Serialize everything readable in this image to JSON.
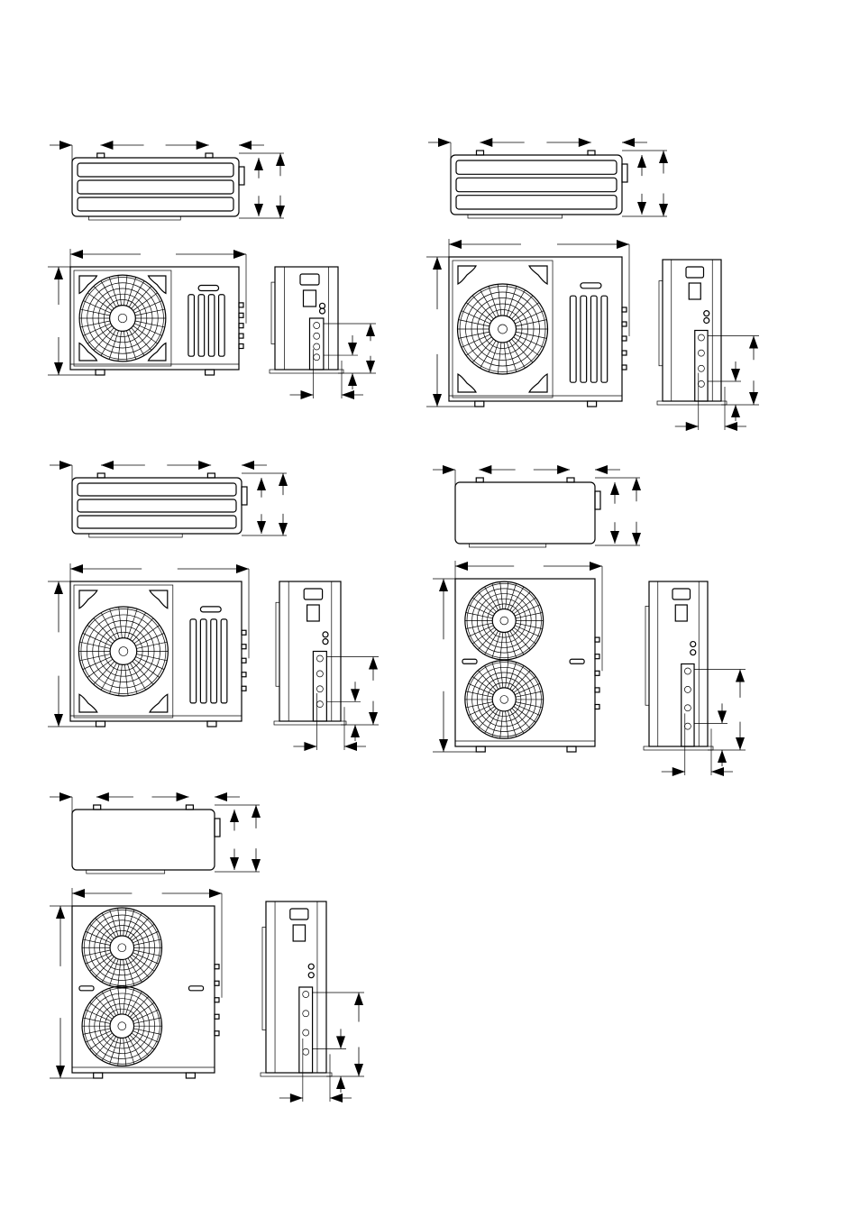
{
  "page": {
    "background": "#ffffff",
    "ink": "#000000"
  },
  "figures": [
    {
      "id": "unit-1",
      "fans": 1,
      "views": [
        "top",
        "front",
        "side"
      ]
    },
    {
      "id": "unit-2",
      "fans": 1,
      "views": [
        "top",
        "front",
        "side"
      ]
    },
    {
      "id": "unit-3",
      "fans": 1,
      "views": [
        "top",
        "front",
        "side"
      ]
    },
    {
      "id": "unit-4",
      "fans": 2,
      "views": [
        "top",
        "front",
        "side"
      ]
    },
    {
      "id": "unit-5",
      "fans": 2,
      "views": [
        "top",
        "front",
        "side"
      ]
    }
  ]
}
